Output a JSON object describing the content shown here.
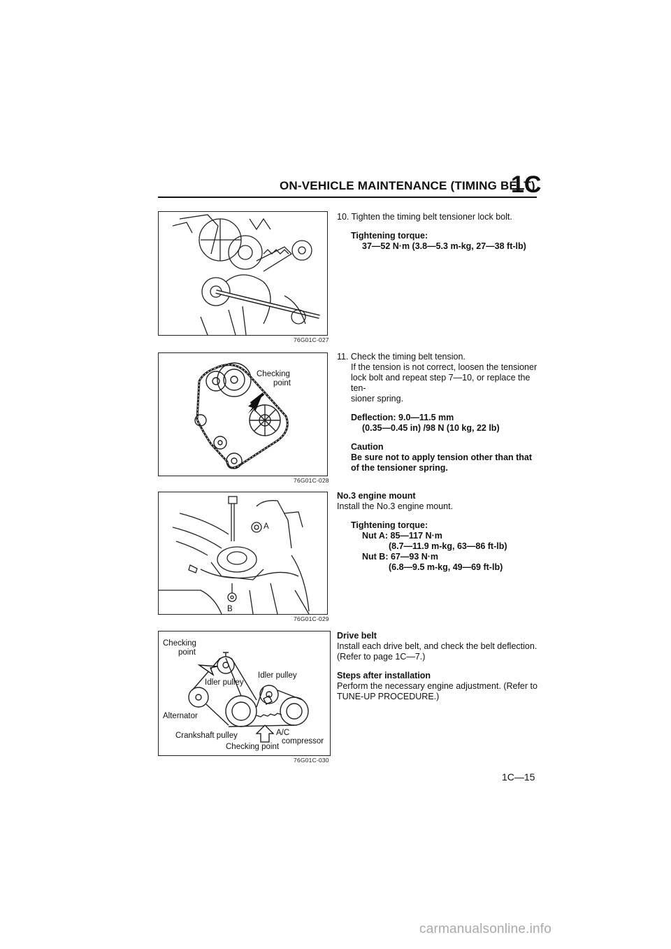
{
  "header": {
    "title": "ON-VEHICLE MAINTENANCE (TIMING BELT)",
    "section": "1C"
  },
  "figures": [
    {
      "id": "fig1",
      "caption": "76G01C-027",
      "labels": []
    },
    {
      "id": "fig2",
      "caption": "76G01C-028",
      "labels": [
        "Checking",
        "point"
      ]
    },
    {
      "id": "fig3",
      "caption": "76G01C-029",
      "labels": [
        "A",
        "B"
      ]
    },
    {
      "id": "fig4",
      "caption": "76G01C-030",
      "labels": {
        "checking_top_1": "Checking",
        "checking_top_2": "point",
        "idler_pulley_right": "Idler pulley",
        "idler_pulley_left": "Idler pulley",
        "alternator": "Alternator",
        "crankshaft_pulley": "Crankshaft pulley",
        "ac_1": "A/C",
        "ac_2": "compressor",
        "checking_bottom": "Checking point"
      }
    }
  ],
  "steps": {
    "s10": {
      "text": "10. Tighten the timing belt tensioner lock bolt.",
      "torque_heading": "Tightening torque:",
      "torque_value": "37—52 N·m (3.8—5.3 m-kg, 27—38 ft-lb)"
    },
    "s11": {
      "line1": "11. Check the timing belt tension.",
      "line2": "If the tension is not correct, loosen the tensioner",
      "line3": "lock bolt and repeat step 7—10, or replace the ten-",
      "line4": "sioner spring.",
      "deflection1": "Deflection: 9.0—11.5 mm",
      "deflection2": "(0.35—0.45 in) /98 N (10 kg, 22 lb)",
      "caution_heading": "Caution",
      "caution1": "Be sure not to apply tension other than that",
      "caution2": "of the tensioner spring."
    },
    "mount": {
      "heading": "No.3 engine mount",
      "text": "Install the No.3 engine mount.",
      "torque_heading": "Tightening torque:",
      "nut_a": "Nut A: 85—117 N·m",
      "nut_a_detail": "(8.7—11.9 m-kg, 63—86 ft-lb)",
      "nut_b": "Nut B: 67—93 N·m",
      "nut_b_detail": "(6.8—9.5 m-kg, 49—69 ft-lb)"
    },
    "drive_belt": {
      "heading": "Drive belt",
      "line1": "Install each drive belt, and check the belt deflection.",
      "line2": "(Refer to page 1C—7.)"
    },
    "after": {
      "heading": "Steps after installation",
      "line1": "Perform the necessary engine adjustment. (Refer to",
      "line2": "TUNE-UP PROCEDURE.)"
    }
  },
  "page_number": "1C—15",
  "watermark": "carmanualsonline.info"
}
